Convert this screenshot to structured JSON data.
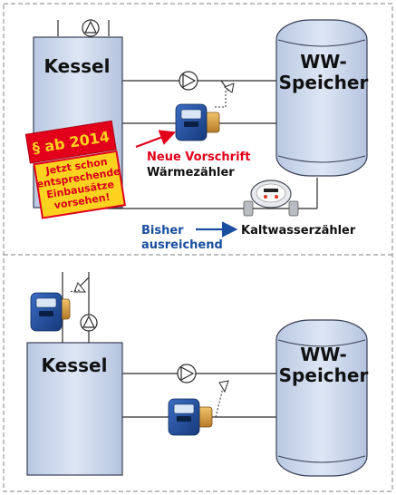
{
  "top": {
    "boiler_label": "Kessel",
    "storage_label_line1": "WW-",
    "storage_label_line2": "Speicher",
    "badge_line1": "§ ab 2014",
    "badge_lines": [
      "Jetzt schon",
      "entsprechende",
      "Einbausätze",
      "vorsehen!"
    ],
    "new_rule_label": "Neue Vorschrift",
    "heat_meter_label": "Wärmezähler",
    "previous_label_line1": "Bisher",
    "previous_label_line2": "ausreichend",
    "cold_meter_label": "Kaltwasserzähler"
  },
  "bottom": {
    "boiler_label": "Kessel",
    "storage_label_line1": "WW-",
    "storage_label_line2": "Speicher"
  },
  "colors": {
    "tank_fill": "#c9d6ea",
    "tank_stroke": "#3a3f55",
    "badge_red": "#e2001a",
    "badge_yellow": "#ffd21f",
    "arrow_red": "#e2001a",
    "arrow_blue": "#1a4fa0",
    "meter_blue": "#1f4d9a",
    "border_dash": "#8a8a8a"
  },
  "icons": [
    "pump-icon",
    "heat-meter-icon",
    "water-meter-icon",
    "temperature-sensor-icon"
  ]
}
